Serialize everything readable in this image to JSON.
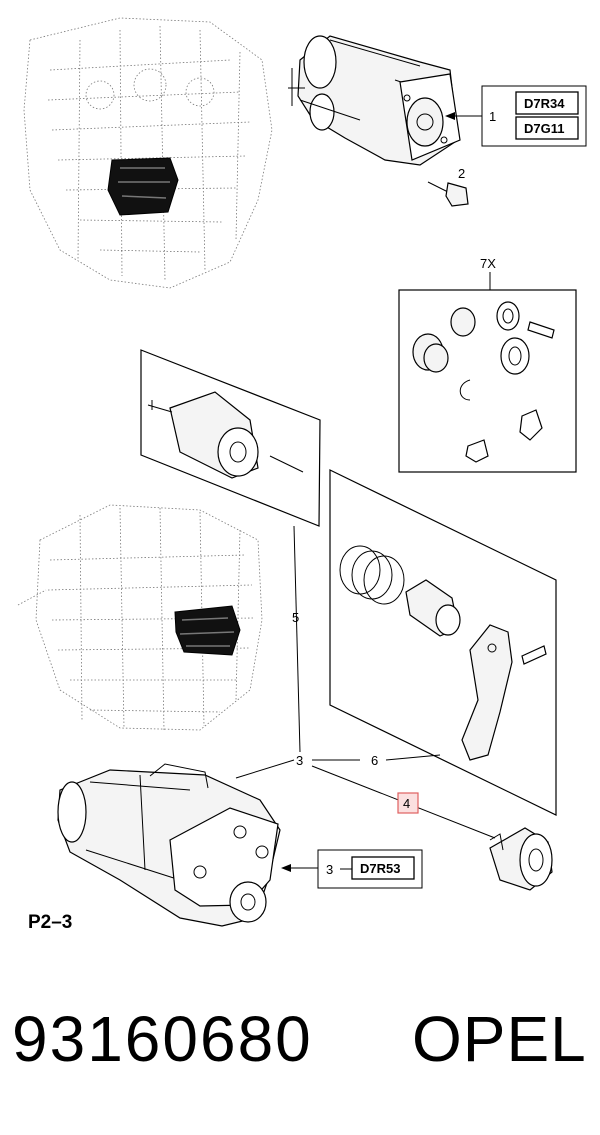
{
  "callouts": {
    "c1": "1",
    "c1_codes": [
      "D7R34",
      "D7G11"
    ],
    "c2": "2",
    "c3_top": "3",
    "c3_side": "3",
    "c3_code": "D7R53",
    "c4": "4",
    "c5": "5",
    "c6": "6",
    "c7": "7X"
  },
  "reference": "P2–3",
  "footer": {
    "part_number": "93160680",
    "brand": "OPEL"
  },
  "colors": {
    "highlight_border": "#e06060",
    "highlight_fill": "#fbe0e0"
  }
}
